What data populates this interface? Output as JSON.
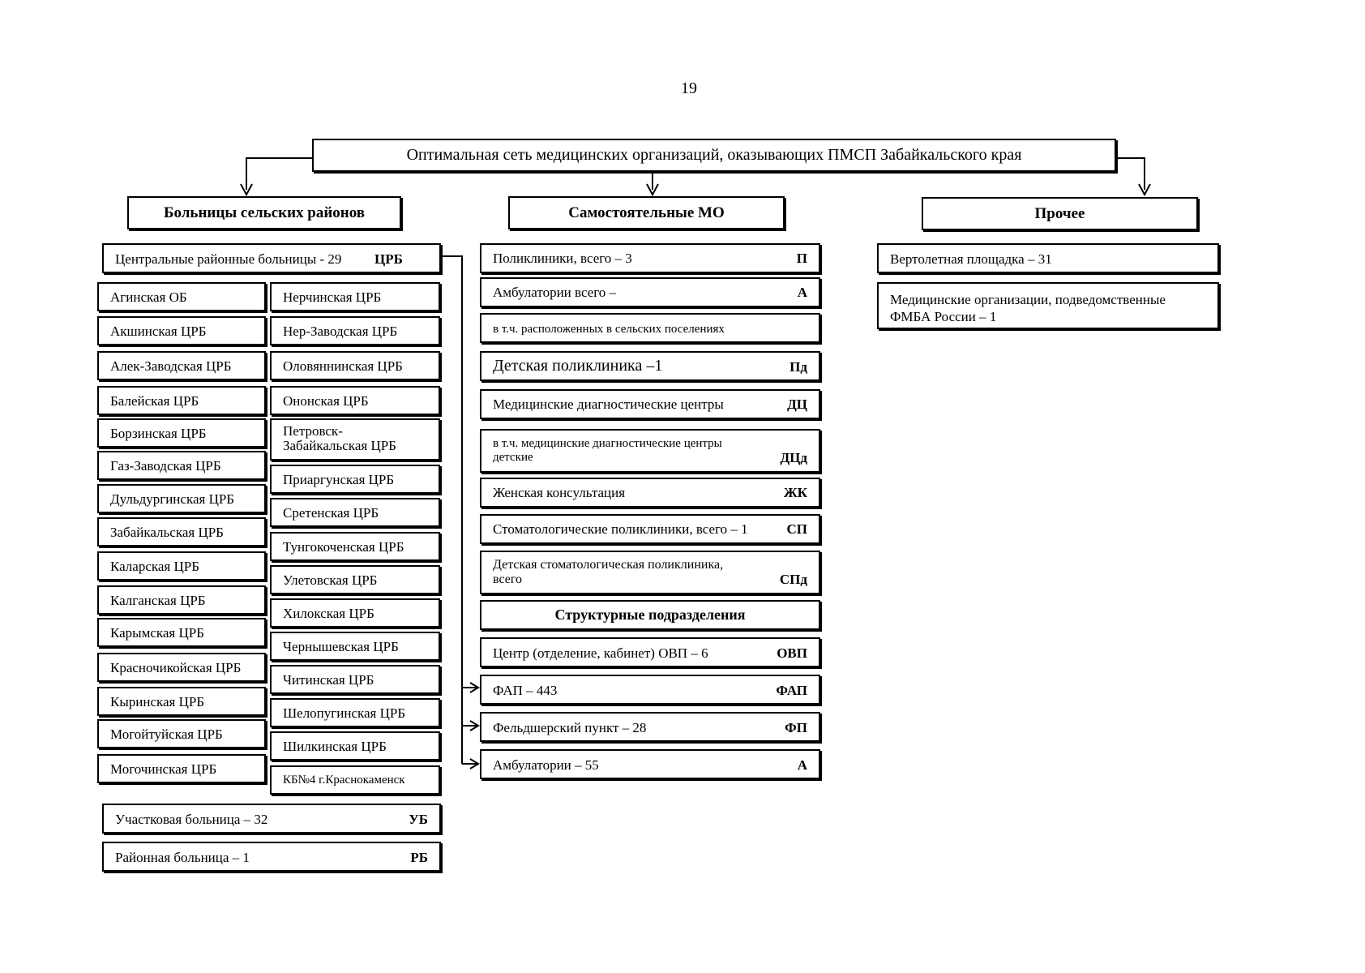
{
  "page_number": "19",
  "title": "Оптимальная сеть медицинских организаций, оказывающих ПМСП Забайкальского края",
  "columns": {
    "left": {
      "heading": "Больницы сельских районов",
      "crb_summary": {
        "label": "Центральные районные больницы -  29",
        "code": "ЦРБ"
      },
      "hospitals_col1": [
        "Агинская ОБ",
        "Акшинская ЦРБ",
        "Алек-Заводская ЦРБ",
        "Балейская ЦРБ",
        "Борзинская ЦРБ",
        "Газ-Заводская ЦРБ",
        "Дульдургинская ЦРБ",
        "Забайкальская ЦРБ",
        "Каларская ЦРБ",
        "Калганская ЦРБ",
        "Карымская ЦРБ",
        "Красночикойская ЦРБ",
        "Кыринская ЦРБ",
        "Могойтуйская ЦРБ",
        "Могочинская ЦРБ"
      ],
      "hospitals_col2": [
        "Нерчинская ЦРБ",
        "Нер-Заводская ЦРБ",
        "Оловяннинская ЦРБ",
        "Ононская ЦРБ",
        "Петровск-\nЗабайкальская ЦРБ",
        "Приаргунская ЦРБ",
        "Сретенская ЦРБ",
        "Тунгокоченская ЦРБ",
        "Улетовская ЦРБ",
        "Хилокская ЦРБ",
        "Чернышевская ЦРБ",
        "Читинская ЦРБ",
        "Шелопугинская ЦРБ",
        "Шилкинская ЦРБ",
        "КБ№4 г.Краснокаменск"
      ],
      "district_ub": {
        "label": "Участковая больница – 32",
        "code": "УБ"
      },
      "district_rb": {
        "label": "Районная больница –    1",
        "code": "РБ"
      }
    },
    "middle": {
      "heading": "Самостоятельные МО",
      "items": [
        {
          "label": "Поликлиники, всего –  3",
          "code": "П"
        },
        {
          "label": "Амбулатории всего –",
          "code": "А"
        },
        {
          "label": "в т.ч. расположенных в сельских поселениях",
          "code": ""
        },
        {
          "label": "Детская поликлиника –1",
          "code": "Пд"
        },
        {
          "label": "Медицинские диагностические центры",
          "code": "ДЦ"
        },
        {
          "label": "в т.ч. медицинские диагностические центры\nдетские",
          "code": "ДЦд"
        },
        {
          "label": "Женская консультация",
          "code": "ЖК"
        },
        {
          "label": "Стоматологические поликлиники, всего – 1",
          "code": "СП"
        },
        {
          "label": "Детская стоматологическая поликлиника,\nвсего",
          "code": "СПд"
        }
      ],
      "struct_heading": "Структурные подразделения",
      "struct_items": [
        {
          "label": "Центр (отделение, кабинет) ОВП – 6",
          "code": "ОВП"
        },
        {
          "label": "ФАП – 443",
          "code": "ФАП"
        },
        {
          "label": "Фельдшерский пункт – 28",
          "code": "ФП"
        },
        {
          "label": "Амбулатории – 55",
          "code": "А"
        }
      ]
    },
    "right": {
      "heading": "Прочее",
      "items": [
        "Вертолетная площадка – 31",
        "Медицинские организации, подведомственные\nФМБА России – 1"
      ]
    }
  }
}
